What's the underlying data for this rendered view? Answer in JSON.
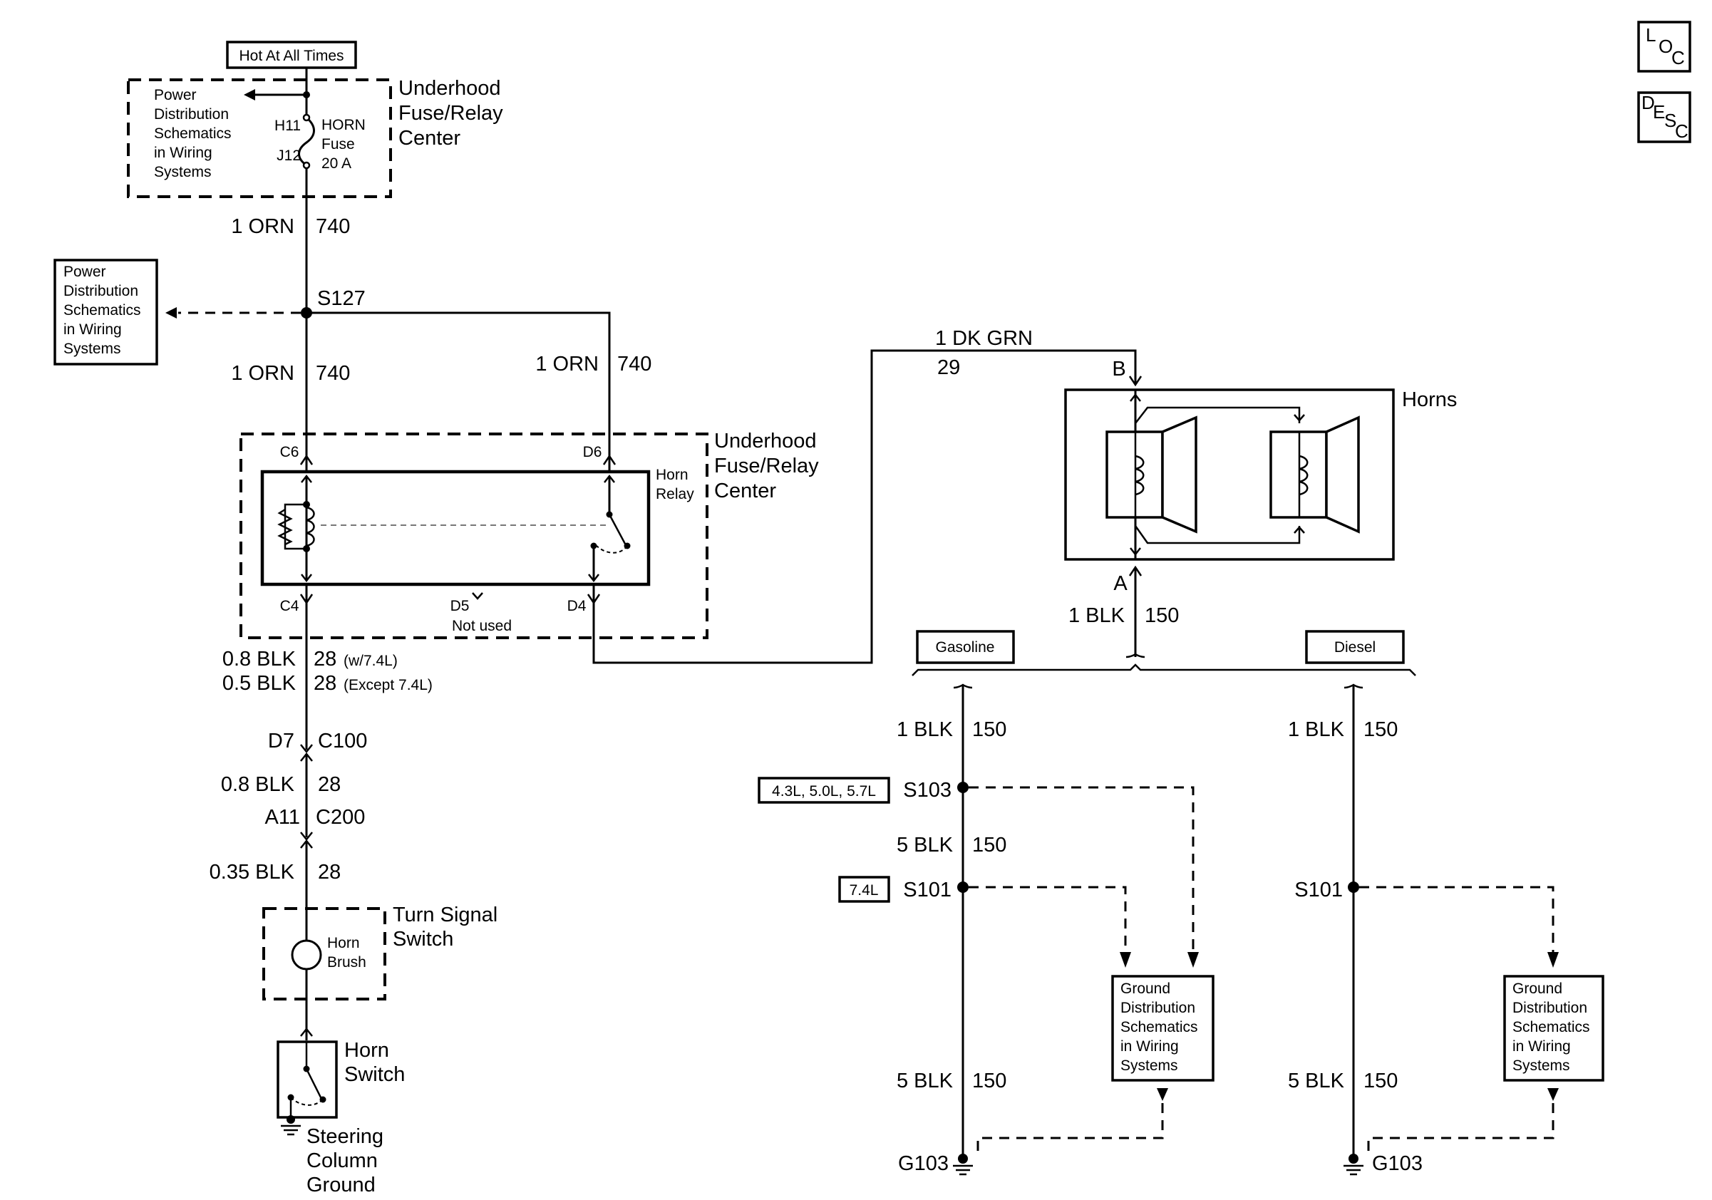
{
  "top_power": {
    "hot_label": "Hot At All Times",
    "fusebox_ref": [
      "Power",
      "Distribution",
      "Schematics",
      "in Wiring",
      "Systems"
    ],
    "fuse_terminal_in": "H11",
    "fuse_terminal_out": "J12",
    "fuse_name": [
      "HORN",
      "Fuse",
      "20 A"
    ],
    "center_label": [
      "Underhood",
      "Fuse/Relay",
      "Center"
    ]
  },
  "wires_left": {
    "w1_gauge": "1 ORN",
    "w1_circuit": "740",
    "splice": "S127",
    "w2_gauge": "1 ORN",
    "w2_circuit": "740",
    "w3_gauge": "1 ORN",
    "w3_circuit": "740",
    "power_ref": [
      "Power",
      "Distribution",
      "Schematics",
      "in Wiring",
      "Systems"
    ]
  },
  "relay": {
    "name": [
      "Horn",
      "Relay"
    ],
    "center_label": [
      "Underhood",
      "Fuse/Relay",
      "Center"
    ],
    "pin_c6": "C6",
    "pin_d6": "D6",
    "pin_c4": "C4",
    "pin_d5": "D5",
    "pin_d5_note": "Not used",
    "pin_d4": "D4"
  },
  "lower_left": {
    "wa_gauge": "0.8 BLK",
    "wa_circuit": "28",
    "wa_note": "(w/7.4L)",
    "wb_gauge": "0.5 BLK",
    "wb_circuit": "28",
    "wb_note": "(Except 7.4L)",
    "conn1_pin": "D7",
    "conn1_name": "C100",
    "wc_gauge": "0.8 BLK",
    "wc_circuit": "28",
    "conn2_pin": "A11",
    "conn2_name": "C200",
    "wd_gauge": "0.35 BLK",
    "wd_circuit": "28",
    "turn_signal": [
      "Turn Signal",
      "Switch"
    ],
    "brush": [
      "Horn",
      "Brush"
    ],
    "horn_switch": [
      "Horn",
      "Switch"
    ],
    "ground": [
      "Steering",
      "Column",
      "Ground"
    ]
  },
  "horns": {
    "feed_gauge": "1 DK GRN",
    "feed_circuit": "29",
    "pin_b": "B",
    "pin_a": "A",
    "label": "Horns",
    "out_gauge": "1 BLK",
    "out_circuit": "150"
  },
  "gasoline": {
    "tag": "Gasoline",
    "w1_gauge": "1 BLK",
    "w1_circuit": "150",
    "engine_tag_1": "4.3L, 5.0L, 5.7L",
    "splice_1": "S103",
    "w2_gauge": "5 BLK",
    "w2_circuit": "150",
    "engine_tag_2": "7.4L",
    "splice_2": "S101",
    "ground_ref": [
      "Ground",
      "Distribution",
      "Schematics",
      "in Wiring",
      "Systems"
    ],
    "w3_gauge": "5 BLK",
    "w3_circuit": "150",
    "ground": "G103"
  },
  "diesel": {
    "tag": "Diesel",
    "w1_gauge": "1 BLK",
    "w1_circuit": "150",
    "splice": "S101",
    "ground_ref": [
      "Ground",
      "Distribution",
      "Schematics",
      "in Wiring",
      "Systems"
    ],
    "w2_gauge": "5 BLK",
    "w2_circuit": "150",
    "ground": "G103"
  },
  "corner_icons": {
    "loc": [
      "L",
      "O",
      "C"
    ],
    "desc": [
      "D",
      "E",
      "S",
      "C"
    ]
  }
}
